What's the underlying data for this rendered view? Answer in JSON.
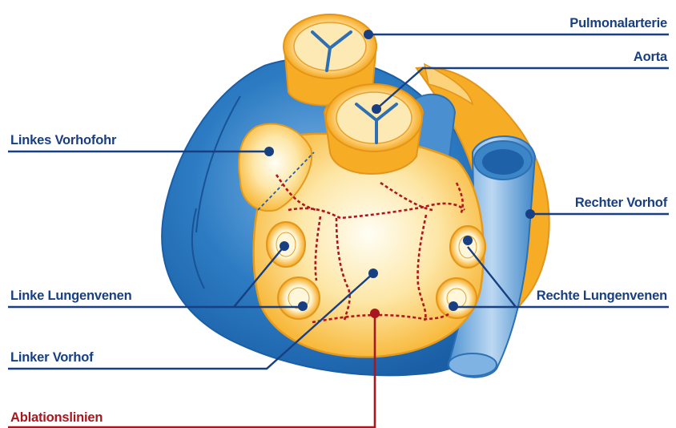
{
  "labels": {
    "pulmonalarterie": "Pulmonalarterie",
    "aorta": "Aorta",
    "linkes_vorhofohr": "Linkes Vorhofohr",
    "rechter_vorhof": "Rechter Vorhof",
    "linke_lungenvenen": "Linke Lungenvenen",
    "rechte_lungenvenen": "Rechte Lungenvenen",
    "linker_vorhof": "Linker Vorhof",
    "ablationslinien": "Ablationslinien"
  },
  "colors": {
    "label_blue": "#173f82",
    "ablation_red": "#a8171e",
    "heart_blue": "#1f6fb8",
    "atrium_orange": "#f7a81f",
    "atrium_light": "#fde7a8"
  }
}
